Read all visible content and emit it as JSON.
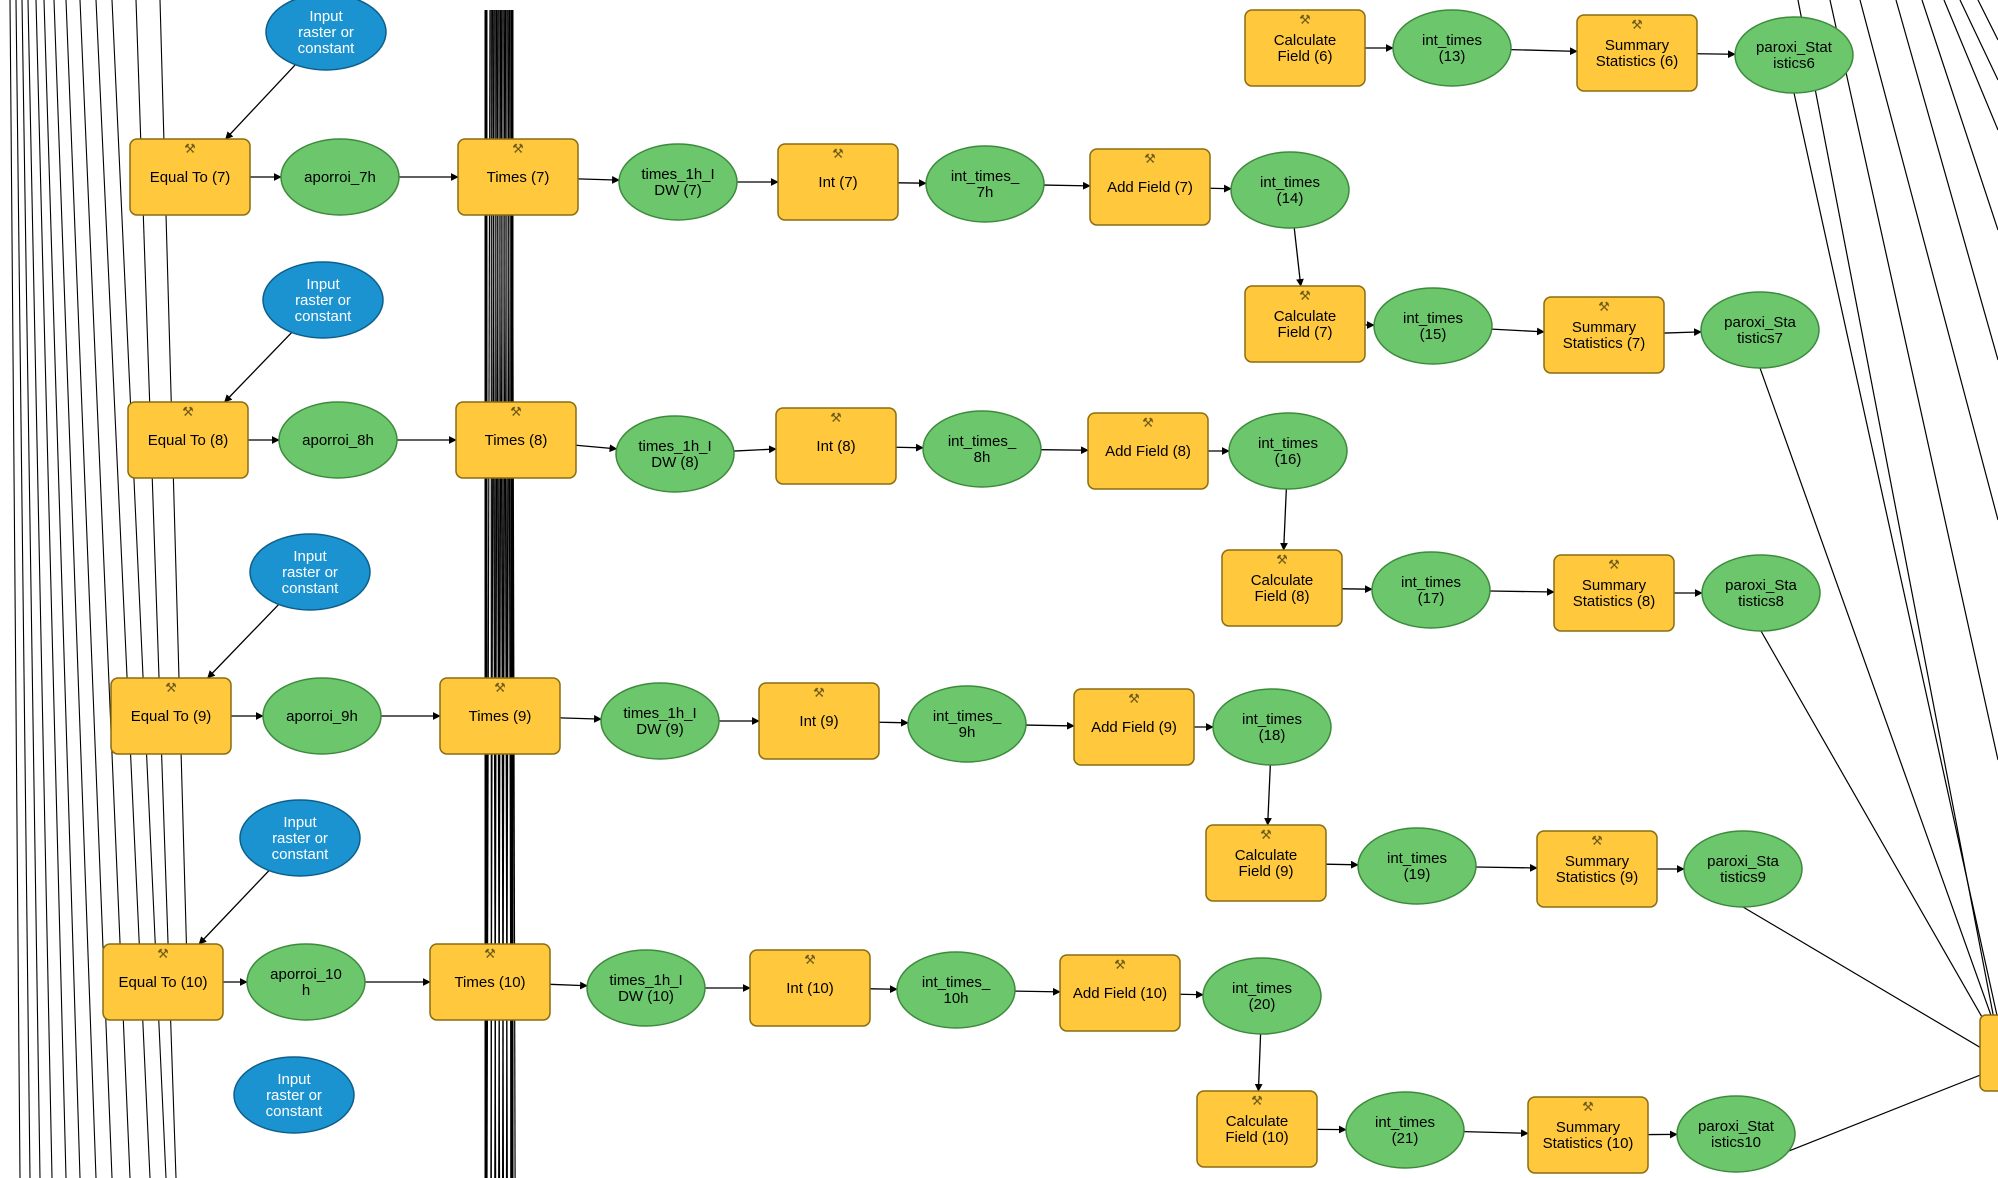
{
  "diagram": {
    "colors": {
      "tool": "#ffc83d",
      "data": "#6cc66c",
      "input": "#1b93d1",
      "edge": "#000000"
    },
    "nodes": [
      {
        "id": "in7",
        "kind": "input",
        "text": "Input\nraster or\nconstant"
      },
      {
        "id": "eq7",
        "kind": "tool",
        "text": "Equal To (7)"
      },
      {
        "id": "ap7",
        "kind": "data",
        "text": "aporroi_7h"
      },
      {
        "id": "tm7",
        "kind": "tool",
        "text": "Times (7)"
      },
      {
        "id": "tdw7",
        "kind": "data",
        "text": "times_1h_I\nDW (7)"
      },
      {
        "id": "int7",
        "kind": "tool",
        "text": "Int (7)"
      },
      {
        "id": "it7h",
        "kind": "data",
        "text": "int_times_\n7h"
      },
      {
        "id": "af7",
        "kind": "tool",
        "text": "Add Field (7)"
      },
      {
        "id": "it14",
        "kind": "data",
        "text": "int_times\n(14)"
      },
      {
        "id": "cf7",
        "kind": "tool",
        "text": "Calculate\nField (7)"
      },
      {
        "id": "it15",
        "kind": "data",
        "text": "int_times\n(15)"
      },
      {
        "id": "ss7",
        "kind": "tool",
        "text": "Summary\nStatistics (7)"
      },
      {
        "id": "ps7",
        "kind": "data",
        "text": "paroxi_Sta\ntistics7"
      },
      {
        "id": "cf6",
        "kind": "tool",
        "text": "Calculate\nField (6)"
      },
      {
        "id": "it13",
        "kind": "data",
        "text": "int_times\n(13)"
      },
      {
        "id": "ss6",
        "kind": "tool",
        "text": "Summary\nStatistics (6)"
      },
      {
        "id": "ps6",
        "kind": "data",
        "text": "paroxi_Stat\nistics6"
      },
      {
        "id": "in8",
        "kind": "input",
        "text": "Input\nraster or\nconstant"
      },
      {
        "id": "eq8",
        "kind": "tool",
        "text": "Equal To (8)"
      },
      {
        "id": "ap8",
        "kind": "data",
        "text": "aporroi_8h"
      },
      {
        "id": "tm8",
        "kind": "tool",
        "text": "Times (8)"
      },
      {
        "id": "tdw8",
        "kind": "data",
        "text": "times_1h_I\nDW (8)"
      },
      {
        "id": "int8",
        "kind": "tool",
        "text": "Int (8)"
      },
      {
        "id": "it8h",
        "kind": "data",
        "text": "int_times_\n8h"
      },
      {
        "id": "af8",
        "kind": "tool",
        "text": "Add Field (8)"
      },
      {
        "id": "it16",
        "kind": "data",
        "text": "int_times\n(16)"
      },
      {
        "id": "cf8",
        "kind": "tool",
        "text": "Calculate\nField (8)"
      },
      {
        "id": "it17",
        "kind": "data",
        "text": "int_times\n(17)"
      },
      {
        "id": "ss8",
        "kind": "tool",
        "text": "Summary\nStatistics (8)"
      },
      {
        "id": "ps8",
        "kind": "data",
        "text": "paroxi_Sta\ntistics8"
      },
      {
        "id": "in9",
        "kind": "input",
        "text": "Input\nraster or\nconstant"
      },
      {
        "id": "eq9",
        "kind": "tool",
        "text": "Equal To (9)"
      },
      {
        "id": "ap9",
        "kind": "data",
        "text": "aporroi_9h"
      },
      {
        "id": "tm9",
        "kind": "tool",
        "text": "Times (9)"
      },
      {
        "id": "tdw9",
        "kind": "data",
        "text": "times_1h_I\nDW (9)"
      },
      {
        "id": "int9",
        "kind": "tool",
        "text": "Int (9)"
      },
      {
        "id": "it9h",
        "kind": "data",
        "text": "int_times_\n9h"
      },
      {
        "id": "af9",
        "kind": "tool",
        "text": "Add Field (9)"
      },
      {
        "id": "it18",
        "kind": "data",
        "text": "int_times\n(18)"
      },
      {
        "id": "cf9",
        "kind": "tool",
        "text": "Calculate\nField (9)"
      },
      {
        "id": "it19",
        "kind": "data",
        "text": "int_times\n(19)"
      },
      {
        "id": "ss9",
        "kind": "tool",
        "text": "Summary\nStatistics (9)"
      },
      {
        "id": "ps9",
        "kind": "data",
        "text": "paroxi_Sta\ntistics9"
      },
      {
        "id": "in10",
        "kind": "input",
        "text": "Input\nraster or\nconstant"
      },
      {
        "id": "eq10",
        "kind": "tool",
        "text": "Equal To (10)"
      },
      {
        "id": "ap10",
        "kind": "data",
        "text": "aporroi_10\nh"
      },
      {
        "id": "tm10",
        "kind": "tool",
        "text": "Times (10)"
      },
      {
        "id": "tdw10",
        "kind": "data",
        "text": "times_1h_I\nDW (10)"
      },
      {
        "id": "int10",
        "kind": "tool",
        "text": "Int (10)"
      },
      {
        "id": "it10h",
        "kind": "data",
        "text": "int_times_\n10h"
      },
      {
        "id": "af10",
        "kind": "tool",
        "text": "Add Field (10)"
      },
      {
        "id": "it20",
        "kind": "data",
        "text": "int_times\n(20)"
      },
      {
        "id": "cf10",
        "kind": "tool",
        "text": "Calculate\nField (10)"
      },
      {
        "id": "it21",
        "kind": "data",
        "text": "int_times\n(21)"
      },
      {
        "id": "ss10",
        "kind": "tool",
        "text": "Summary\nStatistics (10)"
      },
      {
        "id": "ps10",
        "kind": "data",
        "text": "paroxi_Stat\nistics10"
      },
      {
        "id": "in11",
        "kind": "input",
        "text": "Input\nraster or\nconstant"
      }
    ],
    "edges": [
      [
        "in7",
        "eq7"
      ],
      [
        "eq7",
        "ap7"
      ],
      [
        "ap7",
        "tm7"
      ],
      [
        "tm7",
        "tdw7"
      ],
      [
        "tdw7",
        "int7"
      ],
      [
        "int7",
        "it7h"
      ],
      [
        "it7h",
        "af7"
      ],
      [
        "af7",
        "it14"
      ],
      [
        "it14",
        "cf7"
      ],
      [
        "cf7",
        "it15"
      ],
      [
        "it15",
        "ss7"
      ],
      [
        "ss7",
        "ps7"
      ],
      [
        "cf6",
        "it13"
      ],
      [
        "it13",
        "ss6"
      ],
      [
        "ss6",
        "ps6"
      ],
      [
        "in8",
        "eq8"
      ],
      [
        "eq8",
        "ap8"
      ],
      [
        "ap8",
        "tm8"
      ],
      [
        "tm8",
        "tdw8"
      ],
      [
        "tdw8",
        "int8"
      ],
      [
        "int8",
        "it8h"
      ],
      [
        "it8h",
        "af8"
      ],
      [
        "af8",
        "it16"
      ],
      [
        "it16",
        "cf8"
      ],
      [
        "cf8",
        "it17"
      ],
      [
        "it17",
        "ss8"
      ],
      [
        "ss8",
        "ps8"
      ],
      [
        "in9",
        "eq9"
      ],
      [
        "eq9",
        "ap9"
      ],
      [
        "ap9",
        "tm9"
      ],
      [
        "tm9",
        "tdw9"
      ],
      [
        "tdw9",
        "int9"
      ],
      [
        "int9",
        "it9h"
      ],
      [
        "it9h",
        "af9"
      ],
      [
        "af9",
        "it18"
      ],
      [
        "it18",
        "cf9"
      ],
      [
        "cf9",
        "it19"
      ],
      [
        "it19",
        "ss9"
      ],
      [
        "ss9",
        "ps9"
      ],
      [
        "in10",
        "eq10"
      ],
      [
        "eq10",
        "ap10"
      ],
      [
        "ap10",
        "tm10"
      ],
      [
        "tm10",
        "tdw10"
      ],
      [
        "tdw10",
        "int10"
      ],
      [
        "int10",
        "it10h"
      ],
      [
        "it10h",
        "af10"
      ],
      [
        "af10",
        "it20"
      ],
      [
        "it20",
        "cf10"
      ],
      [
        "cf10",
        "it21"
      ],
      [
        "it21",
        "ss10"
      ],
      [
        "ss10",
        "ps10"
      ]
    ]
  }
}
